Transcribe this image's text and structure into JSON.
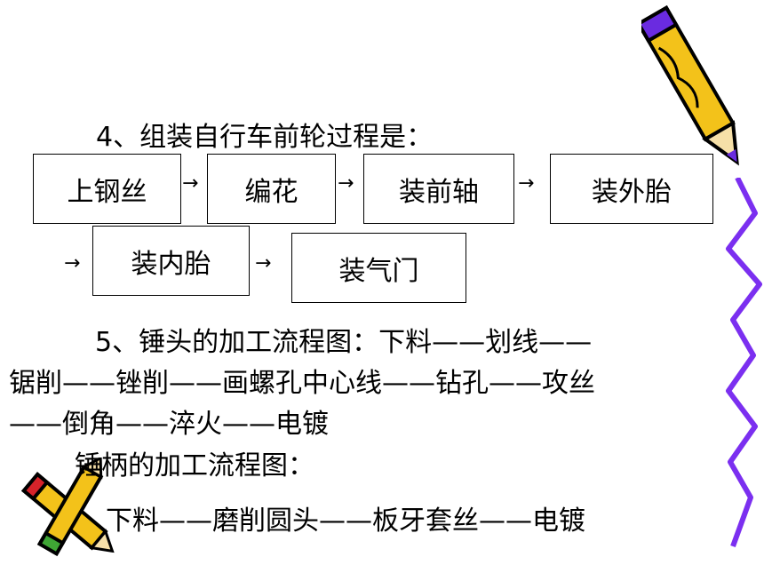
{
  "section4": {
    "title": "4、组装自行车前轮过程是：",
    "steps": [
      "上钢丝",
      "编花",
      "装前轴",
      "装外胎",
      "装内胎",
      "装气门"
    ],
    "arrow": "→"
  },
  "section5": {
    "line1": "5、锤头的加工流程图：下料——划线——",
    "line2": "锯削——锉削——画螺孔中心线——钻孔——攻丝",
    "line3": "——倒角——淬火——电镀",
    "handle_title": "锤柄的加工流程图：",
    "handle_steps": "下料——磨削圆头——板牙套丝——电镀"
  },
  "colors": {
    "pencil_body": "#f3c21a",
    "pencil_outline": "#000000",
    "pencil_accent": "#6a2be0",
    "squiggle": "#7b2ff0"
  }
}
